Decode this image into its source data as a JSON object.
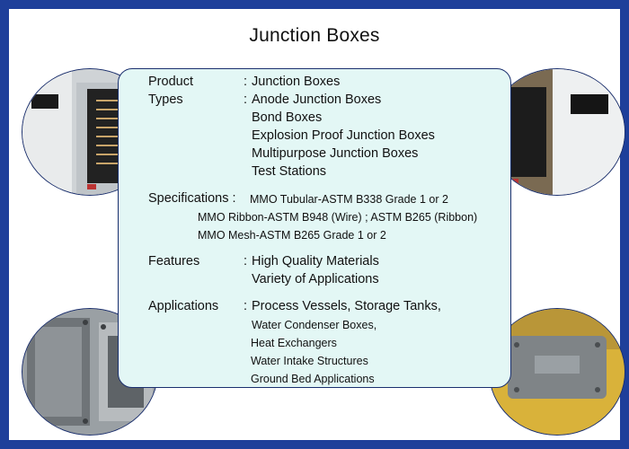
{
  "title": "Junction Boxes",
  "product": {
    "label": "Product",
    "sep": ":",
    "value": "Junction Boxes"
  },
  "types": {
    "label": "Types",
    "sep": ":",
    "items": [
      "Anode Junction Boxes",
      "Bond Boxes",
      "Explosion Proof Junction Boxes",
      "Multipurpose Junction Boxes",
      "Test Stations"
    ]
  },
  "specifications": {
    "label": "Specifications :",
    "items": [
      "MMO Tubular-ASTM B338 Grade 1 or 2",
      "MMO Ribbon-ASTM B948 (Wire) ; ASTM B265 (Ribbon)",
      "MMO Mesh-ASTM B265 Grade 1 or 2"
    ]
  },
  "features": {
    "label": "Features",
    "sep": ":",
    "items": [
      "High Quality  Materials",
      "Variety of Applications"
    ]
  },
  "applications": {
    "label": "Applications",
    "sep": ":",
    "items": [
      "Process Vessels, Storage Tanks,",
      "Water Condenser Boxes,",
      "Heat Exchangers",
      "Water Intake Structures",
      "Ground Bed Applications"
    ]
  },
  "photos": {
    "top_left": "open-junction-box-with-terminals",
    "top_right": "open-junction-box-with-label",
    "bottom_left": "explosion-proof-box-open",
    "bottom_right": "cast-junction-box-yellow-base"
  }
}
